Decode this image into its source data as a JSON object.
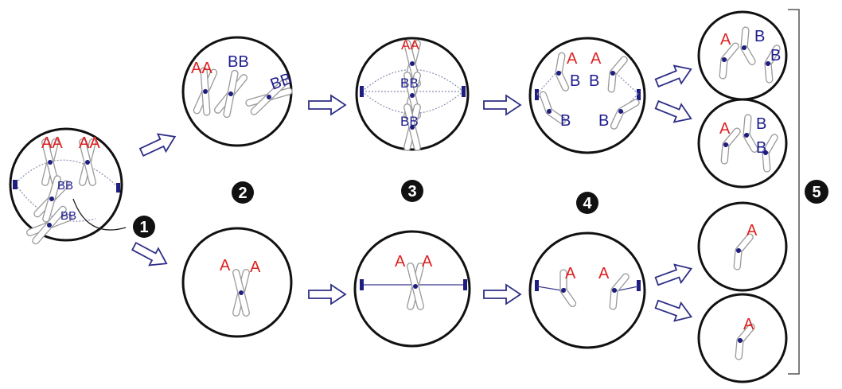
{
  "labels": {
    "aa": "AA",
    "bb": "BB",
    "a": "A",
    "b": "B"
  },
  "steps": [
    "1",
    "2",
    "3",
    "4",
    "5"
  ],
  "colors": {
    "allele_a": "#e02020",
    "allele_b": "#1e1e90",
    "arrow": "#2e2e86"
  }
}
